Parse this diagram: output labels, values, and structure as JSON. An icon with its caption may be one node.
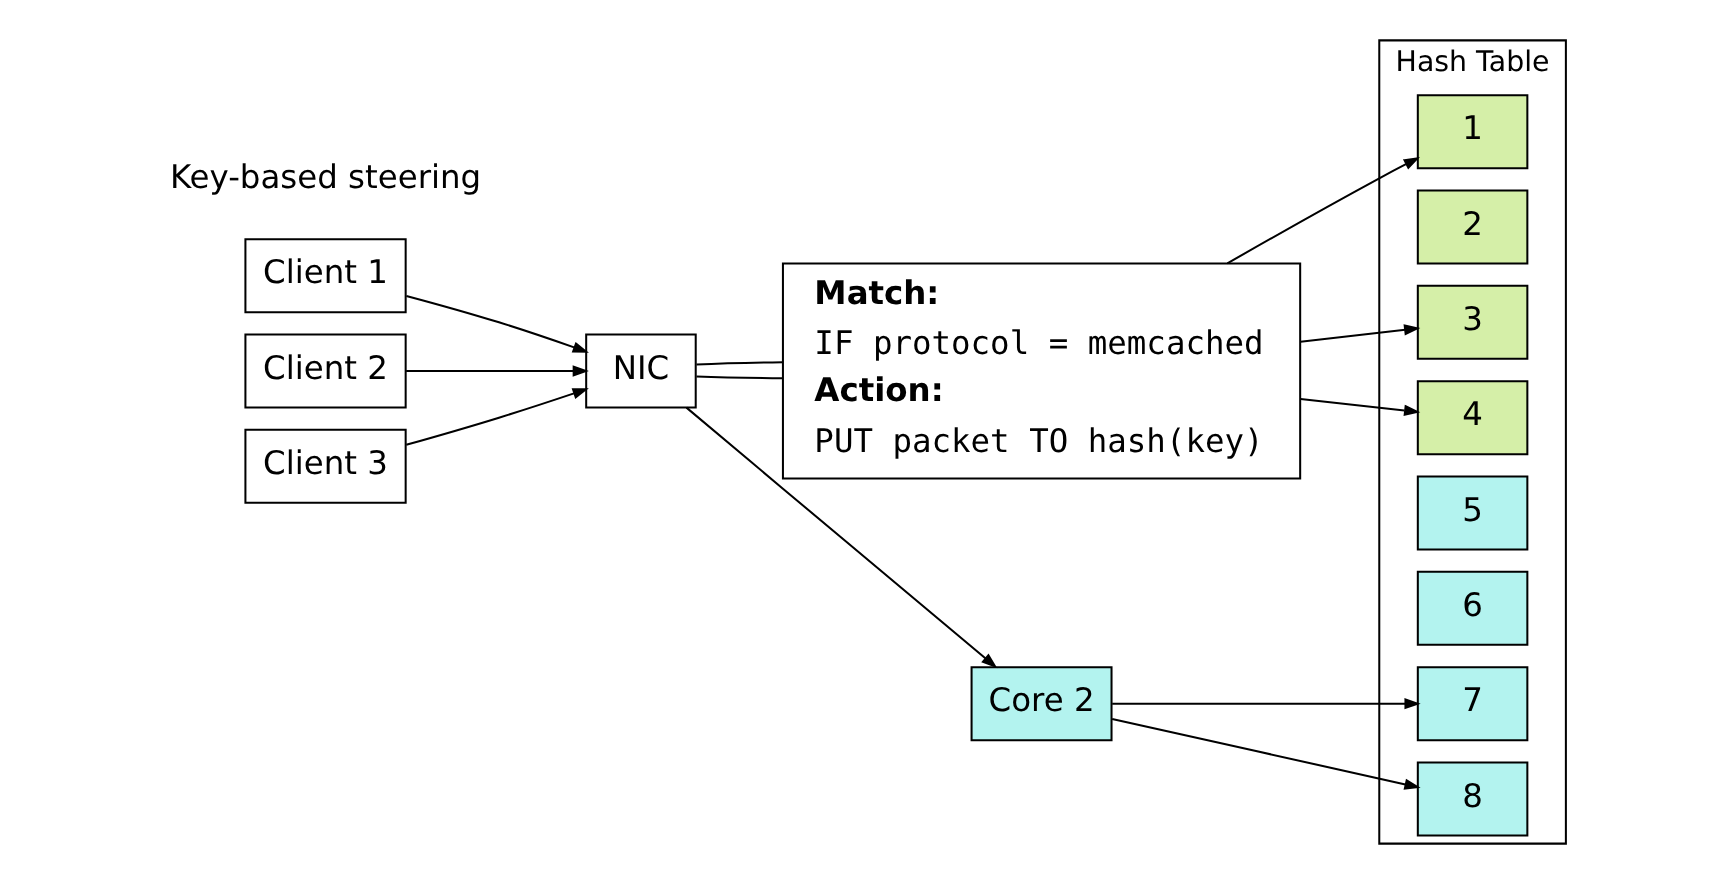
{
  "diagram": {
    "nodes": [
      {
        "text": [
          "Client 1"
        ]
      },
      {
        "text": [
          "Client 2"
        ]
      },
      {
        "text": [
          "Client 3"
        ]
      },
      {
        "text": [
          "NIC"
        ]
      },
      {
        "text": [
          "Match:",
          "IF protocol = memcached",
          "Action:",
          "PUT packet TO hash(key)"
        ]
      },
      {
        "text": [
          "Core 2"
        ]
      },
      {
        "text": [
          "Hash Table"
        ]
      },
      {
        "text": [
          "1"
        ],
        "in": 6
      },
      {
        "text": [
          "2"
        ],
        "in": 6
      },
      {
        "text": [
          "3"
        ],
        "in": 6
      },
      {
        "text": [
          "4"
        ],
        "in": 6
      },
      {
        "text": [
          "5"
        ],
        "in": 6
      },
      {
        "text": [
          "6"
        ],
        "in": 6
      },
      {
        "text": [
          "7"
        ],
        "in": 6
      },
      {
        "text": [
          "8"
        ],
        "in": 6
      }
    ],
    "edges": [
      {
        "from": 0,
        "to": 3,
        "arrow": "to"
      },
      {
        "from": 1,
        "to": 3,
        "arrow": "to"
      },
      {
        "from": 2,
        "to": 3,
        "arrow": "to"
      },
      {
        "from": 4,
        "to": 3,
        "arrow": "none"
      },
      {
        "from": 3,
        "to": 4,
        "arrow": "none"
      },
      {
        "from": 3,
        "to": 5,
        "arrow": "to"
      },
      {
        "from": 4,
        "to": 7,
        "arrow": "to"
      },
      {
        "from": 4,
        "to": 9,
        "arrow": "to"
      },
      {
        "from": 4,
        "to": 10,
        "arrow": "to"
      },
      {
        "from": 5,
        "to": 13,
        "arrow": "to"
      },
      {
        "from": 5,
        "to": 14,
        "arrow": "to"
      }
    ],
    "labels": [
      "Key-based steering"
    ]
  }
}
